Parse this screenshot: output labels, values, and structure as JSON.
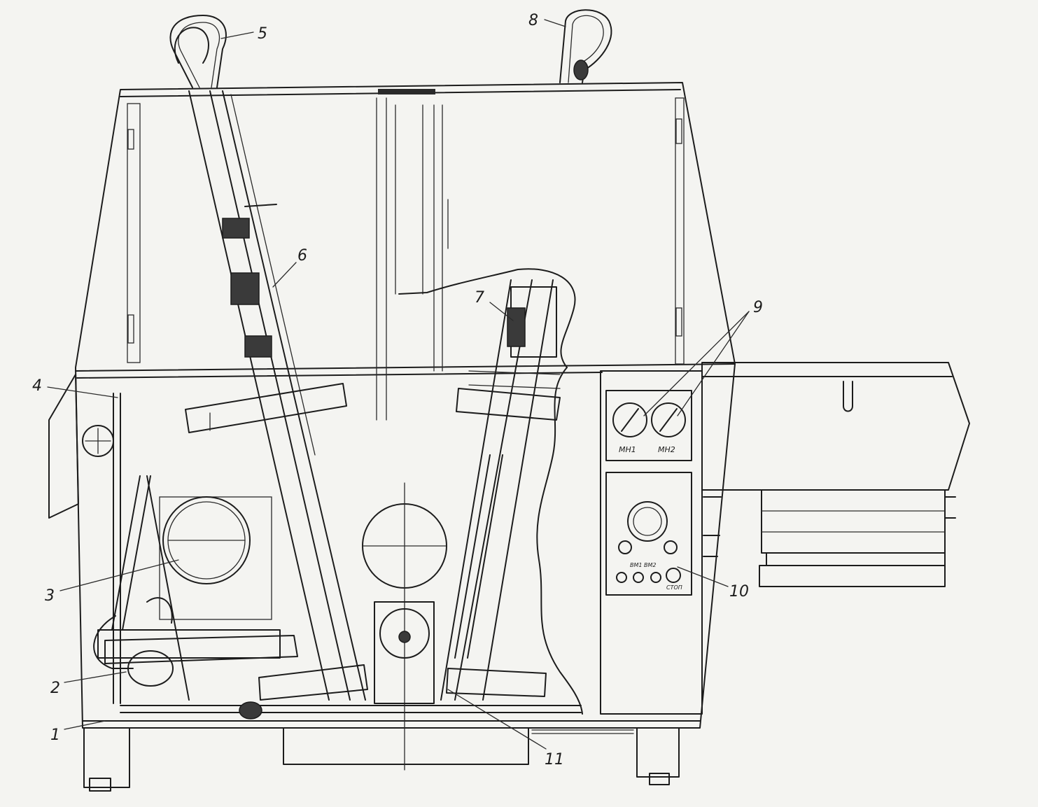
{
  "callouts": [
    "1",
    "2",
    "3",
    "4",
    "5",
    "6",
    "7",
    "8",
    "9",
    "10",
    "11"
  ],
  "gauges": [
    "МН1",
    "МН2"
  ],
  "control_panel": {
    "buttons_label": "ВМ1 ВМ2",
    "stop_label": "СТОП"
  }
}
